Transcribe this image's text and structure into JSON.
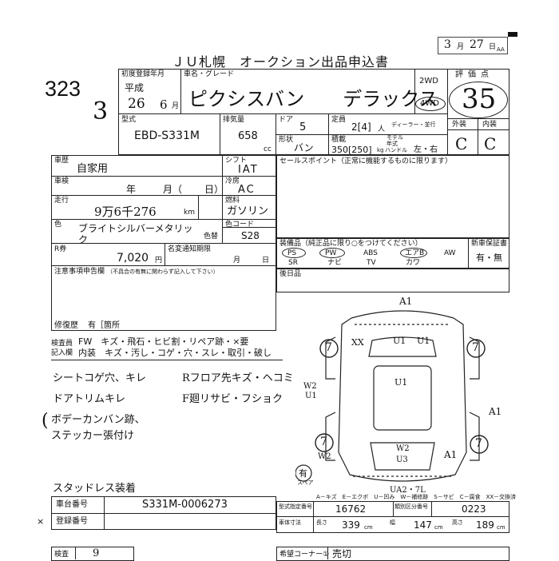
{
  "header": {
    "title": "ＪＵ札幌　オークション出品申込書",
    "date_month": "3",
    "date_month_label": "月",
    "date_day": "27",
    "date_day_label": "日",
    "date_suffix": "AA",
    "lot_number": "323",
    "handwritten_mark": "3"
  },
  "first_reg": {
    "label": "初度登録年月",
    "era": "平成",
    "year": "26",
    "month": "6",
    "month_label": "月"
  },
  "model": {
    "name_label": "車名・グレード",
    "name_value": "ピクシスバン　　デラックス",
    "drive_2wd": "2WD",
    "drive_4wd": "4WD",
    "type_label": "型式",
    "type_value": "EBD-S331M",
    "disp_label": "排気量",
    "disp_value": "658",
    "disp_unit": "cc",
    "doors_label": "ドア",
    "doors_value": "5",
    "capacity_label": "定員",
    "capacity_value": "2[4]",
    "capacity_unit": "人",
    "dealer_label": "ディーラー・並行",
    "body_label": "形状",
    "body_value": "バン",
    "load_label": "積載",
    "load_value": "350[250]",
    "load_unit": "kg",
    "model_year_label": "モデル年式",
    "handle_label": "ハンドル",
    "handle_value": "左・右"
  },
  "grade": {
    "label": "評価点",
    "score": "35",
    "exterior_label": "外装",
    "interior_label": "内装",
    "exterior_value": "C",
    "interior_value": "C"
  },
  "history": {
    "label": "車歴",
    "value": "自家用",
    "shift_label": "シフト",
    "shift_value": "IAT",
    "sales_point_label": "セールスポイント（正常に機能するものに限ります）"
  },
  "inspection": {
    "label": "車検",
    "year_label": "年",
    "month_label": "月（",
    "day_label": "日）",
    "ac_label": "冷房",
    "ac_value": "AC"
  },
  "mileage": {
    "label": "走行",
    "value": "9万6千276",
    "unit": "km",
    "fuel_label": "燃料",
    "fuel_value": "ガソリン"
  },
  "color": {
    "label": "色",
    "value": "ブライトシルバーメタリック",
    "color_code_label": "色コード",
    "color_change_label": "色替",
    "color_code_value": "S28"
  },
  "recycle": {
    "label": "R券",
    "value": "7,020",
    "unit": "円",
    "deadline_label": "名変通知期限",
    "month_label": "月",
    "day_label": "日"
  },
  "equipment": {
    "label": "装備品（純正品に限り○をつけてください）",
    "items_row1": [
      "PS",
      "PW",
      "ABS",
      "エアB",
      "AW"
    ],
    "items_row2": [
      "SR",
      "ナビ",
      "TV",
      "カワ"
    ],
    "new_reg_label": "新車保証書",
    "new_reg_value": "有・無"
  },
  "notes": {
    "precaution_label": "注意事項申告欄",
    "precaution_sub": "（不具合の有無に関わらず記入して下さい）",
    "rear_seat_label": "後日品",
    "repair_label": "修復歴",
    "repair_value": "有［箇所"
  },
  "inspector": {
    "label1": "検査員",
    "label2": "記入欄",
    "row1": "FW　キズ・飛石・ヒビ割・リペア跡・×要",
    "row2": "内装　キズ・汚し・コゲ・穴・スレ・取引・破し"
  },
  "handwritten_notes": {
    "line1": "シートコゲ穴、キレ",
    "line2": "ドアトリムキレ",
    "line3": "ボデーカンバン跡、",
    "line4": "ステッカー張付け",
    "line5": "Rフロア先キズ・ヘコミ",
    "line6": "F廻リサビ・フショク",
    "line7": "スタッドレス装着"
  },
  "diagram": {
    "a1_top": "A1",
    "xx": "XX",
    "u1_left": "U1",
    "u1_right": "U1",
    "u1_mid": "U1",
    "w2_left": "W2",
    "u1_lower": "U1",
    "a1_right": "A1",
    "w2_bottom": "W2",
    "w2_center": "W2",
    "u3_center": "U3",
    "a1_lower": "A1",
    "w2_low": "W2",
    "ua2": "UA2・7L",
    "tire_mark": "7",
    "spare_label": "有",
    "spare_caption": "スペア",
    "legend": "A－キズ　E－エクボ　U－凹み　W－補修跡　S－サビ　C－腐食　XX－交換済"
  },
  "chassis": {
    "label": "車台番号",
    "value": "S331M-0006273",
    "reg_label": "登録番号",
    "cert_label": "型式指定番号",
    "cert_value": "16762",
    "class_label": "類別区分番号",
    "class_value": "0223",
    "dim_label": "車体寸法",
    "length_label": "長さ",
    "length_value": "339",
    "width_label": "幅",
    "width_value": "147",
    "height_label": "高さ",
    "height_value": "189",
    "dim_unit": "cm"
  },
  "footer": {
    "check_label": "検査",
    "check_value": "9",
    "corner_label": "希望コーナー①",
    "corner_value": "売切",
    "x_mark": "×"
  }
}
